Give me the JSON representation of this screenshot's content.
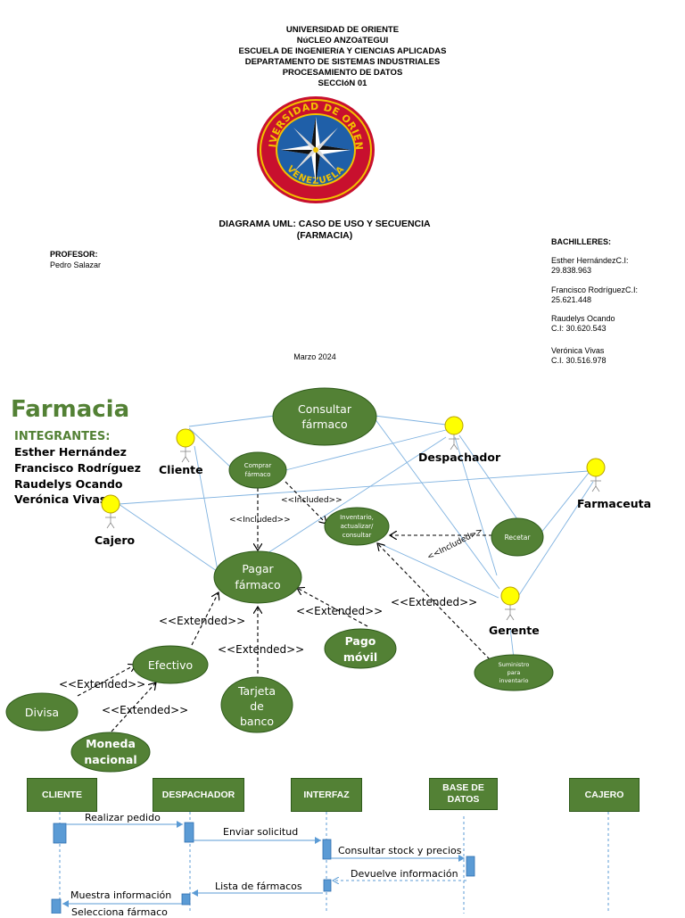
{
  "header": {
    "lines": [
      "UNIVERSIDAD DE ORIENTE",
      "NúCLEO ANZOáTEGUI",
      "ESCUELA DE INGENIERíA Y  CIENCIAS APLICADAS",
      "DEPARTAMENTO DE SISTEMAS INDUSTRIALES",
      "PROCESAMIENTO DE DATOS",
      "SECCIóN 01"
    ],
    "logo_text_top": "UNIVERSIDAD DE ORIENTE",
    "logo_text_bottom": "VENEZUELA",
    "title_line1": "DIAGRAMA UML: CASO DE USO Y SECUENCIA",
    "title_line2": "(FARMACIA)",
    "profesor_label": "PROFESOR:",
    "profesor_name": "Pedro Salazar",
    "bachilleres_label": "BACHILLERES:",
    "bachilleres": [
      {
        "line1": "Esther HernándezC.I:",
        "line2": "29.838.963"
      },
      {
        "line1": "Francisco RodríguezC.I:",
        "line2": "25.621.448"
      },
      {
        "line1": "Raudelys Ocando",
        "line2": "C.I: 30.620.543"
      },
      {
        "line1": "Verónica Vivas",
        "line2": "C.I. 30.516.978"
      }
    ],
    "date": "Marzo 2024"
  },
  "use_case_diagram": {
    "title": "Farmacia",
    "integrantes_label": "INTEGRANTES:",
    "members": [
      "Esther Hernández",
      "Francisco Rodríguez",
      "Raudelys Ocando",
      "Verónica Vivas"
    ],
    "actors": {
      "cliente": "Cliente",
      "cajero": "Cajero",
      "despachador": "Despachador",
      "farmaceuta": "Farmaceuta",
      "gerente": "Gerente"
    },
    "use_cases": {
      "consultar": [
        "Consultar",
        "fármaco"
      ],
      "comprar": [
        "Comprar",
        "fármaco"
      ],
      "inventario": [
        "Inventario,",
        "actualizar/",
        "consultar"
      ],
      "recetar": [
        "Recetar"
      ],
      "pagar": [
        "Pagar",
        "fármaco"
      ],
      "pago_movil": [
        "Pago",
        "móvil"
      ],
      "efectivo": [
        "Efectivo"
      ],
      "tarjeta": [
        "Tarjeta",
        "de",
        "banco"
      ],
      "divisa": [
        "Divisa"
      ],
      "moneda": [
        "Moneda",
        "nacional"
      ],
      "suministro": [
        "Suministro",
        "para",
        "inventario"
      ]
    },
    "relations": {
      "included_1": "<<Included>>",
      "included_2": "<<Included>>",
      "included_3": "<<Included>>",
      "extended_efectivo": "<<Extended>>",
      "extended_tarjeta": "<<Extended>>",
      "extended_pago": "<<Extended>>",
      "extended_suministro": "<<Extended>>",
      "extended_divisa": "<<Extended>>",
      "extended_moneda": "<<Extended>>"
    }
  },
  "sequence_diagram": {
    "lifelines": [
      "CLIENTE",
      "DESPACHADOR",
      "INTERFAZ",
      "BASE DE DATOS",
      "CAJERO"
    ],
    "messages": [
      "Realizar pedido",
      "Enviar solicitud",
      "Consultar stock y precios",
      "Devuelve información",
      "Lista de fármacos",
      "Muestra información",
      "Selecciona fármaco"
    ]
  },
  "colors": {
    "green": "#538135",
    "actor_head": "#ffff00",
    "line_blue": "#5b9bd5",
    "activation": "#5b9bd5"
  }
}
